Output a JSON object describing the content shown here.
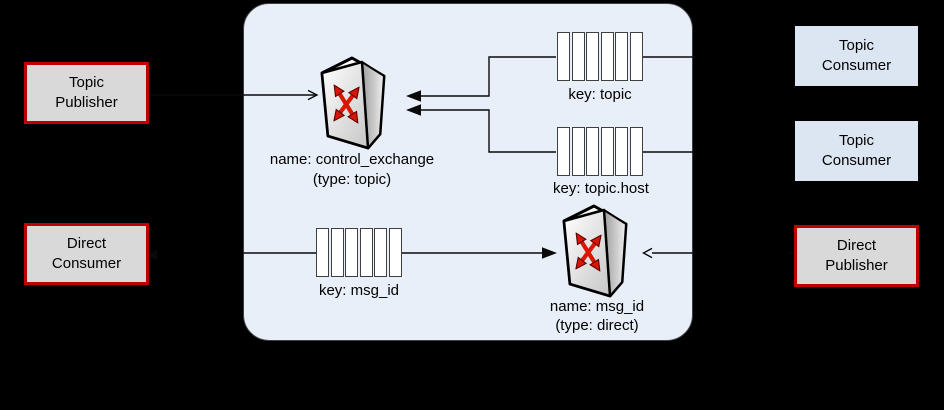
{
  "palette": {
    "background": "#000000",
    "broker_fill": "#e9eff8",
    "broker_border": "#3f3f3f",
    "consumer_box_fill": "#dce6f2",
    "publisher_box_fill": "#d9d9d9",
    "highlight_border_red": "#c00000",
    "queue_fill": "#ffffff",
    "queue_border": "#3f3f3f",
    "connector_line": "#0a0a0a",
    "exchange_arrow_red": "#d91604"
  },
  "external_boxes": [
    {
      "id": "topic-publisher",
      "lines": [
        "Topic",
        "Publisher"
      ]
    },
    {
      "id": "direct-consumer",
      "lines": [
        "Direct",
        "Consumer"
      ]
    },
    {
      "id": "topic-consumer-1",
      "lines": [
        "Topic",
        "Consumer"
      ]
    },
    {
      "id": "topic-consumer-2",
      "lines": [
        "Topic",
        "Consumer"
      ]
    },
    {
      "id": "direct-publisher",
      "lines": [
        "Direct",
        "Publisher"
      ]
    }
  ],
  "exchanges": [
    {
      "id": "control-exchange",
      "name_label": "name: control_exchange",
      "type_label": "(type: topic)"
    },
    {
      "id": "msg-id-exchange",
      "name_label": "name: msg_id",
      "type_label": "(type: direct)"
    }
  ],
  "queues": [
    {
      "id": "queue-topic",
      "key_label": "key: topic",
      "cells": 6
    },
    {
      "id": "queue-topic-host",
      "key_label": "key: topic.host",
      "cells": 6
    },
    {
      "id": "queue-msg-id",
      "key_label": "key: msg_id",
      "cells": 6
    }
  ]
}
